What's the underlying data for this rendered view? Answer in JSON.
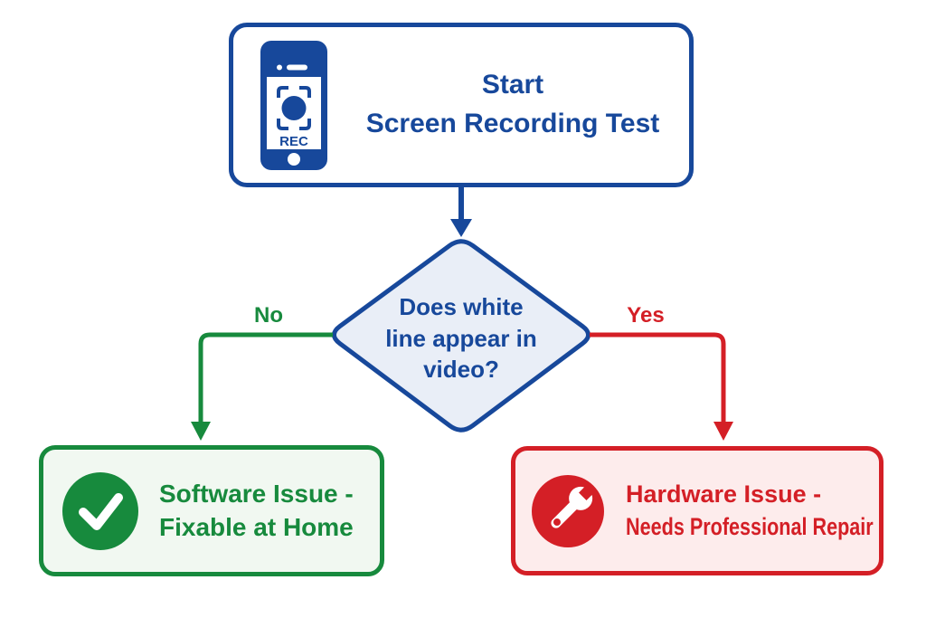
{
  "colors": {
    "blue": "#17489b",
    "blue_fill": "#e9eef7",
    "green": "#178a3d",
    "green_fill": "#f1f8f1",
    "red": "#d41f26",
    "red_fill": "#fdecec"
  },
  "start_node": {
    "icon": "phone-screen-recording-icon",
    "icon_text": "REC",
    "title_line1": "Start",
    "title_line2": "Screen Recording Test"
  },
  "decision_node": {
    "question_line1": "Does white",
    "question_line2": "line appear in",
    "question_line3": "video?"
  },
  "branch_no": {
    "label": "No"
  },
  "branch_yes": {
    "label": "Yes"
  },
  "result_software": {
    "icon": "check-circle-icon",
    "title_line1": "Software Issue -",
    "title_line2": "Fixable at Home"
  },
  "result_hardware": {
    "icon": "wrench-circle-icon",
    "title_line1": "Hardware Issue -",
    "title_line2": "Needs Professional Repair"
  }
}
